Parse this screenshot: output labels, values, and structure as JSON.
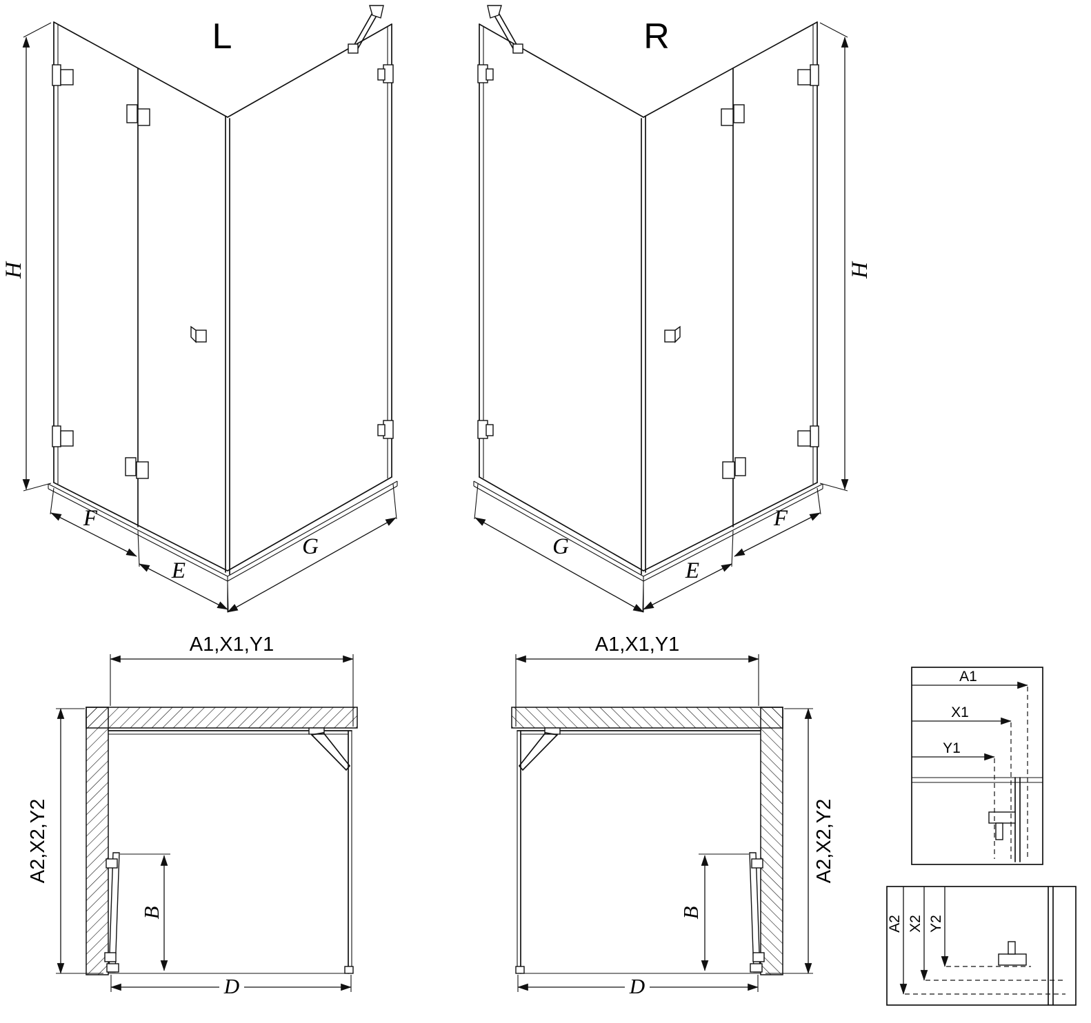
{
  "views": {
    "iso_left": {
      "label": "L",
      "dim_height": "H",
      "dim_fixed": "F",
      "dim_door": "E",
      "dim_side": "G"
    },
    "iso_right": {
      "label": "R",
      "dim_height": "H",
      "dim_fixed": "F",
      "dim_door": "E",
      "dim_side": "G"
    },
    "plan_left": {
      "dim_top": "A1,X1,Y1",
      "dim_side": "A2,X2,Y2",
      "dim_door": "B",
      "dim_width": "D"
    },
    "plan_right": {
      "dim_top": "A1,X1,Y1",
      "dim_side": "A2,X2,Y2",
      "dim_door": "B",
      "dim_width": "D"
    },
    "detail_top": {
      "dim_a1": "A1",
      "dim_x1": "X1",
      "dim_y1": "Y1"
    },
    "detail_bottom": {
      "dim_a2": "A2",
      "dim_x2": "X2",
      "dim_y2": "Y2"
    }
  },
  "colors": {
    "line": "#111111",
    "background": "#ffffff"
  }
}
